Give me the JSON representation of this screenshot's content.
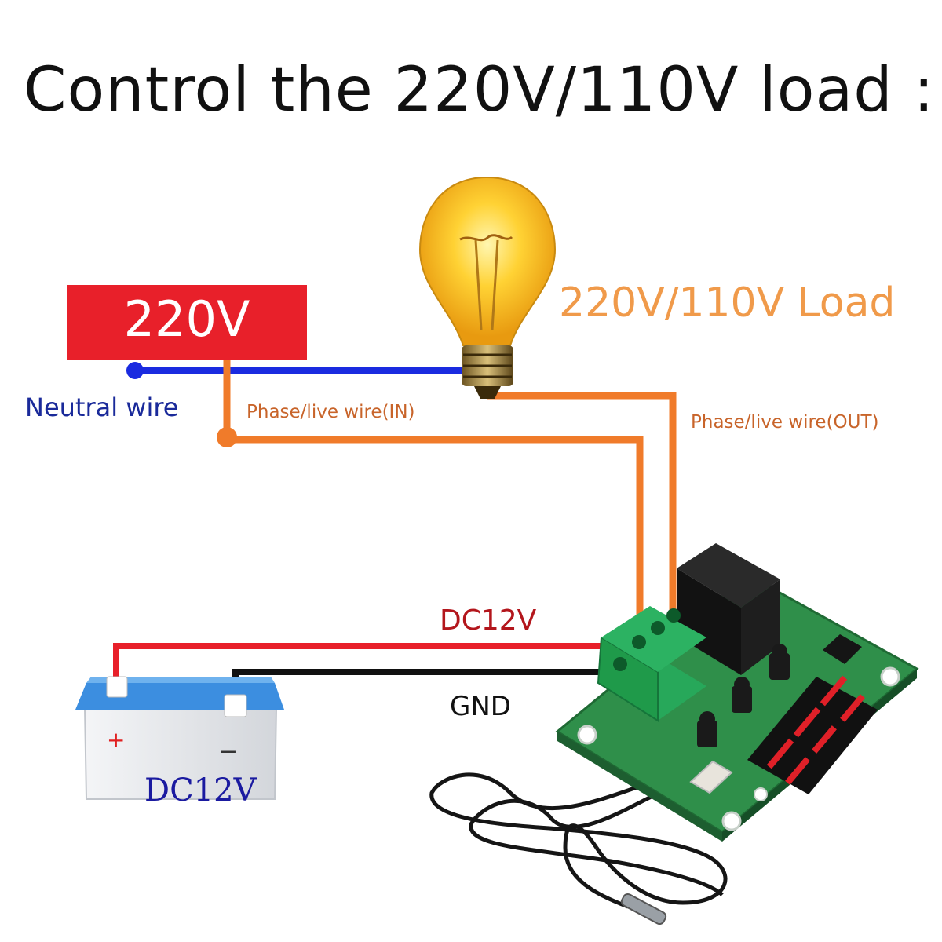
{
  "title": "Control the 220V/110V load :",
  "supply": {
    "label": "220V"
  },
  "load": {
    "label": "220V/110V Load",
    "icon": "light-bulb-icon"
  },
  "wires": {
    "neutral": "Neutral wire",
    "live_in": "Phase/live wire(IN)",
    "live_out": "Phase/live wire(OUT)",
    "dc_positive": "DC12V",
    "ground": "GND"
  },
  "battery": {
    "label": "DC12V",
    "plus": "+",
    "minus": "−",
    "icon": "battery-icon"
  },
  "module": {
    "icon": "thermostat-relay-board-icon",
    "probe_icon": "temperature-probe-icon"
  },
  "colors": {
    "supply_box": "#e8202a",
    "neutral_wire": "#1a2be0",
    "live_wire": "#f07b2a",
    "dc_wire": "#e8202a",
    "gnd_wire": "#111111",
    "load_text": "#f09a4a",
    "neutral_text": "#1a2a9a",
    "live_text": "#c8642a",
    "dc_text": "#b3161c",
    "pcb": "#2f8f4a",
    "terminal": "#1f9a4a",
    "relay": "#161616",
    "display_digit": "#e02028",
    "battery_top": "#3c8ee0",
    "battery_body": "#e6e8ec"
  }
}
